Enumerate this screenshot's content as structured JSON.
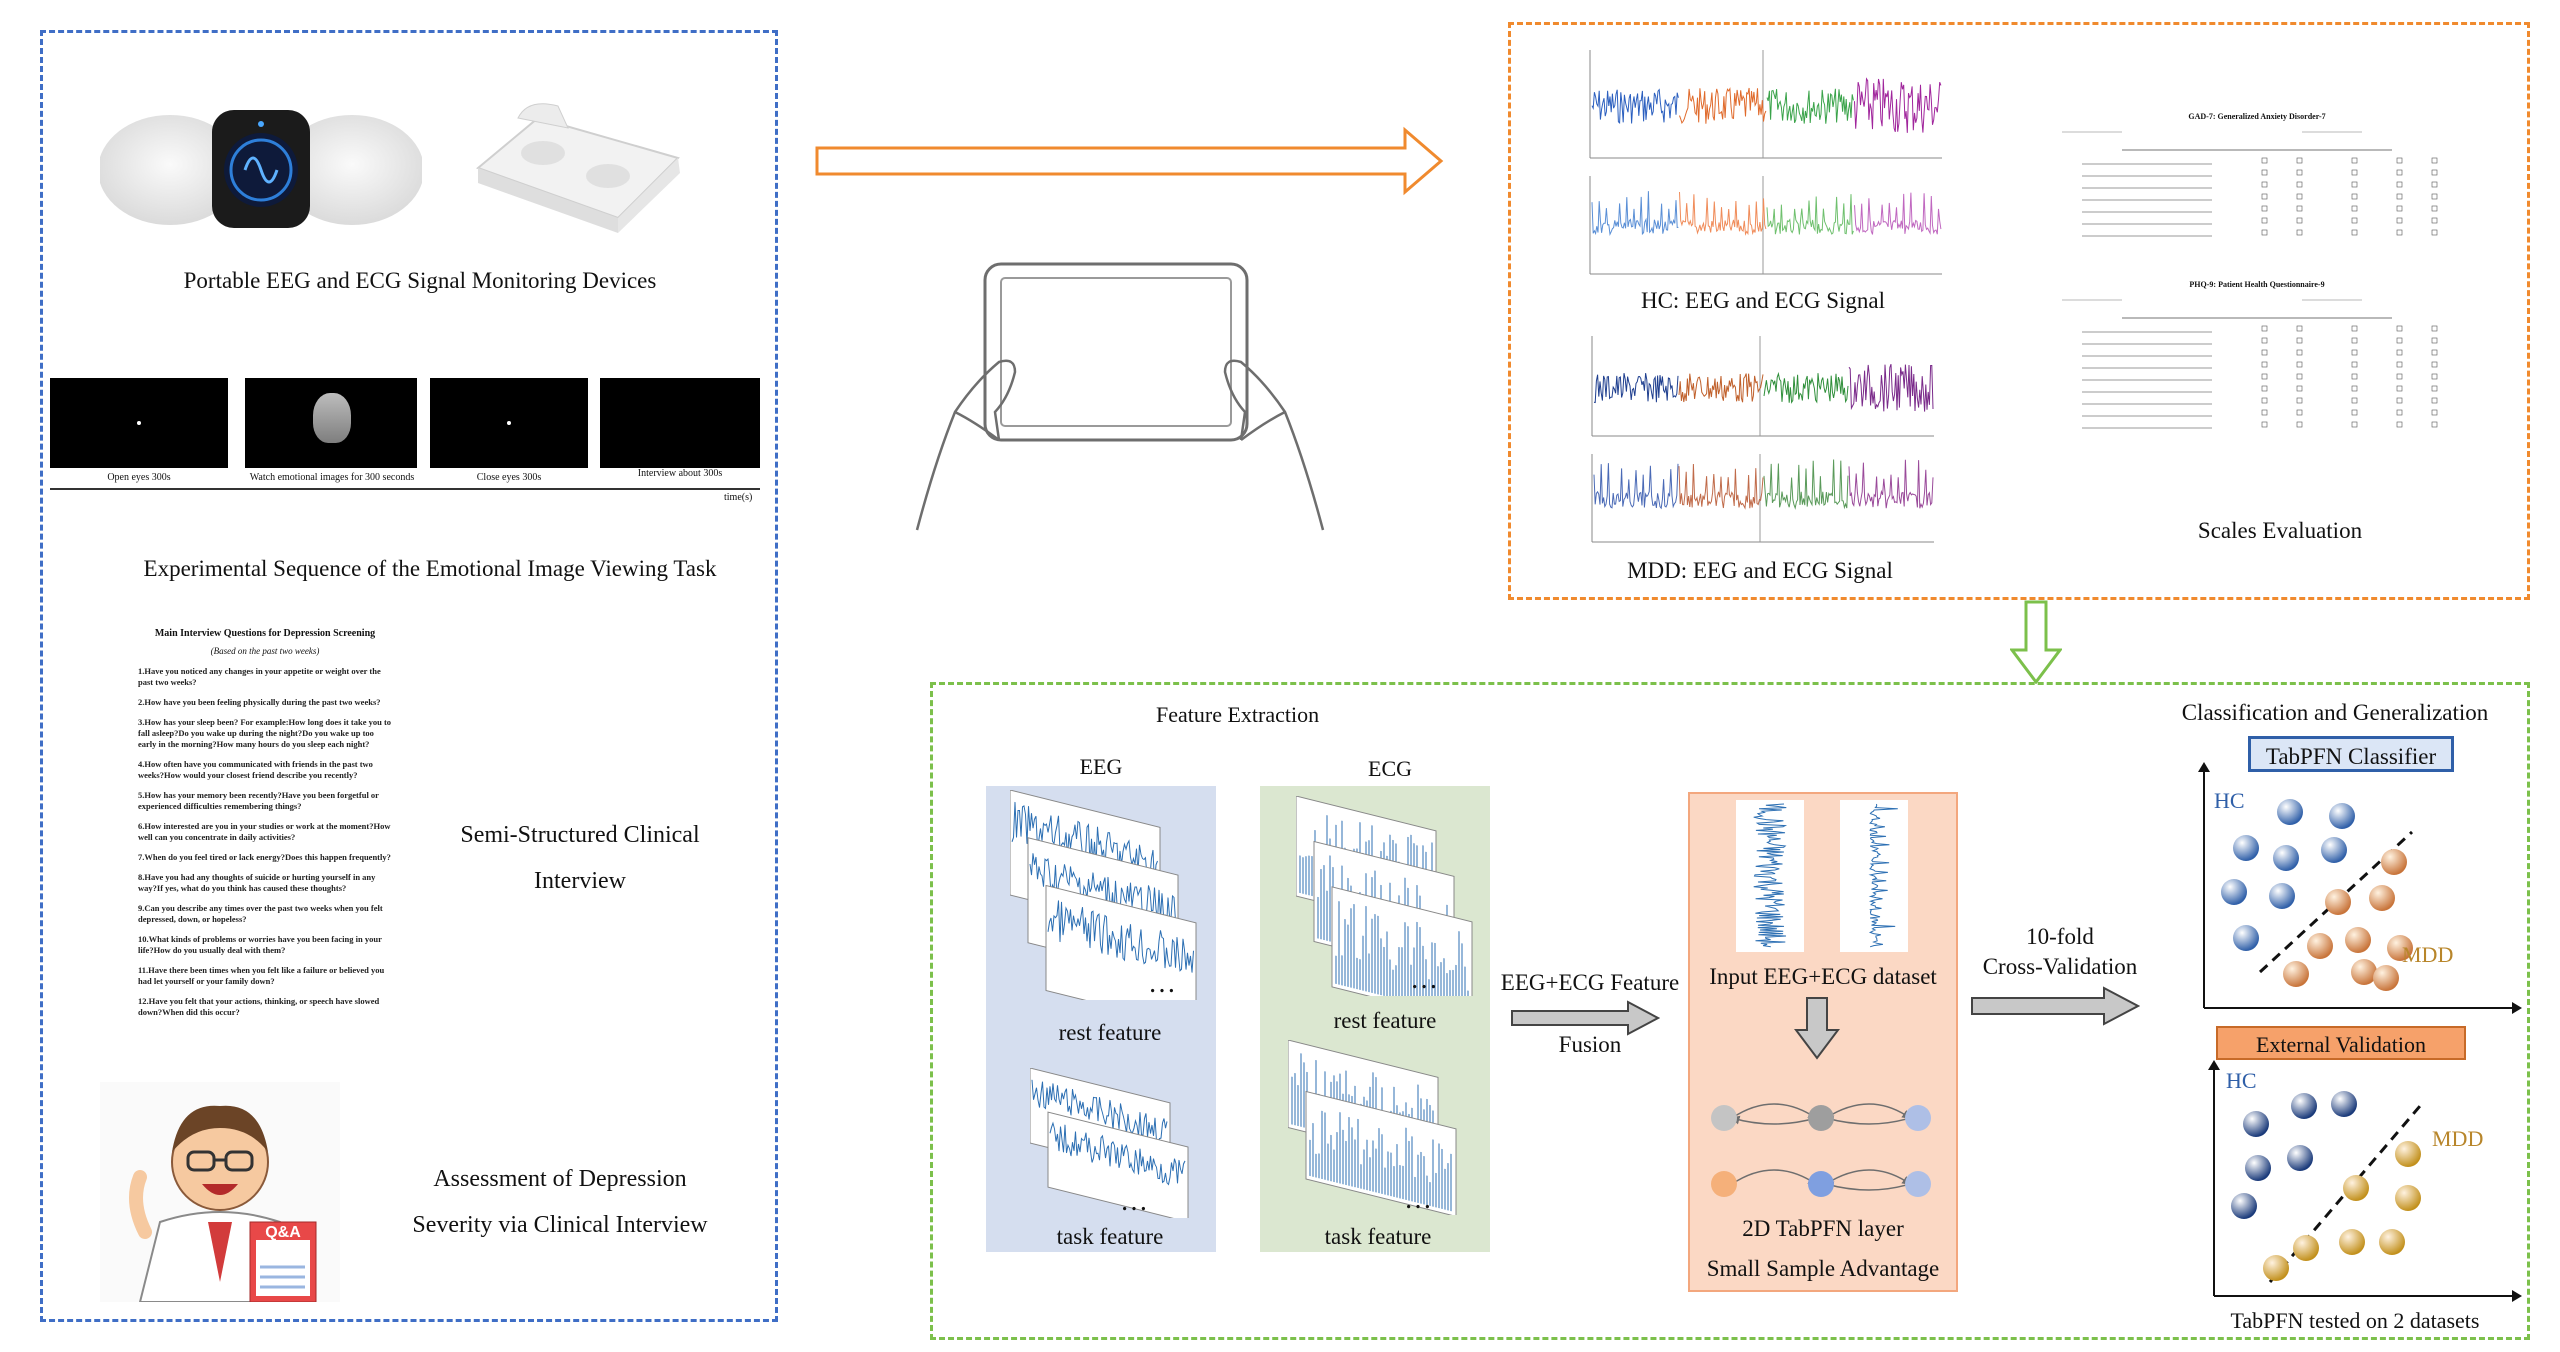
{
  "left_panel": {
    "devices_caption": "Portable EEG and ECG Signal Monitoring Devices",
    "sequence": {
      "caption": "Experimental Sequence of the Emotional Image Viewing Task",
      "segments": [
        "Open eyes 300s",
        "Watch emotional images for 300 seconds",
        "Close eyes 300s",
        "Interview about 300s"
      ],
      "axis_label": "time(s)"
    },
    "interview": {
      "doc_title": "Main Interview Questions for Depression Screening",
      "doc_subtitle": "(Based on the past two weeks)",
      "questions": [
        "1.Have you noticed any changes in your appetite or weight over the past two weeks?",
        "2.How have you been feeling physically during the past two weeks?",
        "3.How has your sleep been? For example:How long does it take you to fall asleep?Do you wake up during the night?Do you wake up too early in the morning?How many hours do you sleep each night?",
        "4.How often have you communicated with friends in the past two weeks?How would your closest friend describe you recently?",
        "5.How has your memory been recently?Have you been forgetful or experienced difficulties remembering things?",
        "6.How interested are you in your studies or work at the moment?How well can you concentrate in daily activities?",
        "7.When do you feel tired or lack energy?Does this happen frequently?",
        "8.Have you had any thoughts of suicide or hurting yourself in any way?If yes, what do you think has caused these thoughts?",
        "9.Can you describe any times over the past two weeks when you felt depressed, down, or hopeless?",
        "10.What kinds of problems or worries have you been facing in your life?How do you usually deal with them?",
        "11.Have there been times when you felt like a failure or believed you had let yourself or your family down?",
        "12.Have you felt that your actions, thinking, or speech have slowed down?When did this occur?"
      ],
      "caption_line1": "Semi-Structured Clinical",
      "caption_line2": "Interview"
    },
    "assessment": {
      "caption_line1": "Assessment of Depression",
      "caption_line2": "Severity via Clinical Interview",
      "badge": "Q&A"
    }
  },
  "top_right": {
    "hc_caption": "HC: EEG and ECG Signal",
    "mdd_caption": "MDD: EEG and ECG Signal",
    "scales_caption": "Scales Evaluation",
    "gad_title": "GAD-7: Generalized Anxiety Disorder-7",
    "phq_title": "PHQ-9: Patient Health Questionnaire-9"
  },
  "bottom": {
    "feature_extraction": "Feature Extraction",
    "eeg_label": "EEG",
    "ecg_label": "ECG",
    "rest_feature": "rest feature",
    "task_feature": "task feature",
    "fusion_line1": "EEG+ECG Feature",
    "fusion_line2": "Fusion",
    "input_dataset": "Input EEG+ECG dataset",
    "tabpfn_layer": "2D TabPFN layer",
    "small_sample": "Small Sample Advantage",
    "cv_line1": "10-fold",
    "cv_line2": "Cross-Validation",
    "classification_title": "Classification and Generalization",
    "classifier_label": "TabPFN Classifier",
    "external_validation": "External Validation",
    "hc_label": "HC",
    "mdd_label": "MDD",
    "tested_caption": "TabPFN tested on 2 datasets",
    "ellipsis": "…"
  },
  "colors": {
    "blue_dash": "#3f6ec6",
    "orange_dash": "#f08a2e",
    "green_dash": "#7cc04b",
    "eeg_panel": "#d5deef",
    "ecg_panel": "#dbe7d0",
    "tabpfn_panel": "#fbd8c4",
    "hc_blue": "#2f5fa8",
    "mdd_orange": "#b8862b"
  }
}
